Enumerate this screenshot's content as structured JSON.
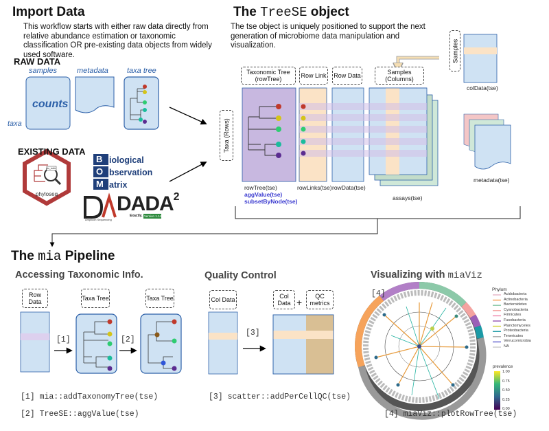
{
  "import": {
    "title": "Import Data",
    "desc": "This workflow starts with either raw data directly from relative abundance estimation or taxonomic classification OR pre-existing data objects from widely used software.",
    "raw_label": "RAW DATA",
    "samples": "samples",
    "metadata": "metadata",
    "taxa_tree": "taxa tree",
    "counts": "counts",
    "taxa": "taxa",
    "existing_label": "EXISTING DATA",
    "phyloseq": "phyloseq",
    "otu_table": "otu_table",
    "biom_line1": "iological",
    "biom_line2": "bservation",
    "biom_line3": "atrix",
    "biom_letters": [
      "B",
      "O",
      "M"
    ],
    "dada2_main": "DADA",
    "dada2_sup": "2",
    "dada2_sub": "Amplicon Sequencing",
    "dada2_exact": "Exactly.",
    "dada2_version": "Version 1.14"
  },
  "tse": {
    "title_pre": "The",
    "title_code": "TreeSE",
    "title_post": "object",
    "desc": "The tse object is uniquely positioned to support the next generation of microbiome data manipulation and visualization.",
    "box_taxtree": "Taxonomic Tree (rowTree)",
    "box_rowlink": "Row Link",
    "box_rowdata": "Row Data",
    "box_samples": "Samples (Columns)",
    "box_taxa": "Taxa (Rows)",
    "box_samples_side": "Samples",
    "cap_rowtree": "rowTree(tse)",
    "cap_aggvalue": "aggValue(tse)",
    "cap_subset": "subsetByNode(tse)",
    "cap_rowlinks": "rowLinks(tse)",
    "cap_rowdata": "rowData(tse)",
    "cap_assays": "assays(tse)",
    "cap_coldata": "colData(tse)",
    "cap_metadata": "metadata(tse)"
  },
  "mia": {
    "title_pre": "The",
    "title_code": "mia",
    "title_post": "Pipeline",
    "sec_taxonomic": "Accessing Taxonomic Info.",
    "sec_qc": "Quality Control",
    "sec_vis_pre": "Visualizing with",
    "sec_vis_code": "miaViz",
    "box_rowdata": "Row Data",
    "box_taxatree1": "Taxa Tree",
    "box_taxatree2": "Taxa Tree",
    "box_coldata": "Col Data",
    "box_coldata2": "Col Data",
    "plus": "+",
    "box_qc": "QC metrics",
    "step1": "[1]",
    "step2": "[2]",
    "step3": "[3]",
    "step4": "[4]",
    "code1": "[1] mia::addTaxonomyTree(tse)",
    "code2": "[2] TreeSE::aggValue(tse)",
    "code3": "[3] scatter::addPerCellQC(tse)",
    "code4": "[4] miaViz::plotRowTree(tse)"
  },
  "legend": {
    "title": "Phylum",
    "items": [
      "Acidobacteria",
      "Actinobacteria",
      "Bacteroidetes",
      "Cyanobacteria",
      "Firmicutes",
      "Fusobacteria",
      "Planctomycetes",
      "Proteobacteria",
      "Tenericutes",
      "Verrucomicrobia",
      "NA"
    ],
    "colors": [
      "#e7b7c9",
      "#f6a35b",
      "#8cc9a9",
      "#f4a3a0",
      "#f08cb0",
      "#9b5fb7",
      "#d4d43c",
      "#1c9aa6",
      "#b0b0b0",
      "#6a6ad2",
      "#cccccc"
    ],
    "prev_title": "prevalence",
    "prev_ticks": [
      "1.00",
      "0.75",
      "0.50",
      "0.25",
      "0.00"
    ]
  },
  "colors": {
    "node_red": "#c0392b",
    "node_yellow": "#d4c419",
    "node_green": "#2ecc71",
    "node_cyan": "#1abc9c",
    "node_purple": "#5b2c91",
    "node_blue": "#2f56d9",
    "node_brown": "#8a5a1a",
    "light_blue": "#cfe2f3",
    "peach": "#fbe3c6",
    "lavender": "#c8b8e0",
    "tan": "#d9bf94"
  }
}
